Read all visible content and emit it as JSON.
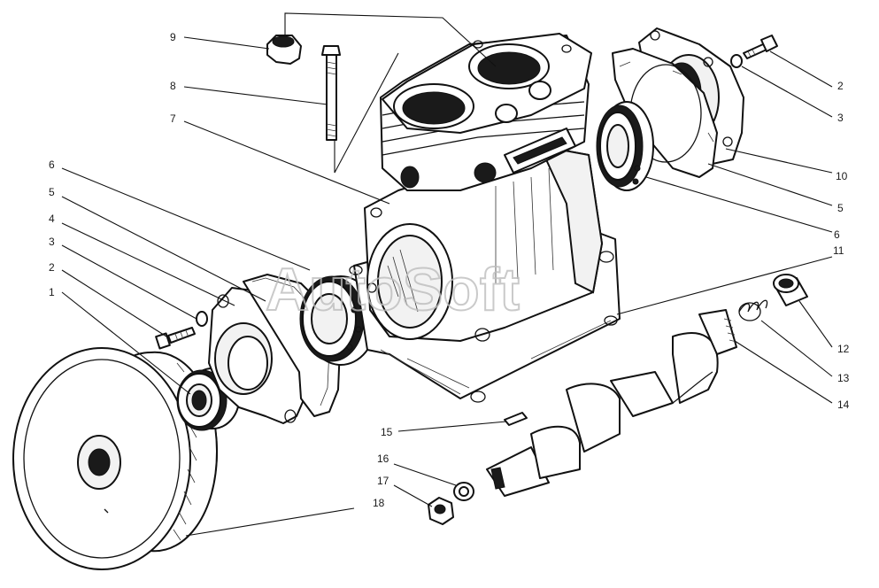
{
  "watermark": "AutoSoft",
  "callouts": [
    {
      "id": "label-9",
      "text": "9"
    },
    {
      "id": "label-8",
      "text": "8"
    },
    {
      "id": "label-7",
      "text": "7"
    },
    {
      "id": "label-6l",
      "text": "6"
    },
    {
      "id": "label-5l",
      "text": "5"
    },
    {
      "id": "label-4",
      "text": "4"
    },
    {
      "id": "label-3l",
      "text": "3"
    },
    {
      "id": "label-2l",
      "text": "2"
    },
    {
      "id": "label-1",
      "text": "1"
    },
    {
      "id": "label-2r",
      "text": "2"
    },
    {
      "id": "label-3r",
      "text": "3"
    },
    {
      "id": "label-10",
      "text": "10"
    },
    {
      "id": "label-5r",
      "text": "5"
    },
    {
      "id": "label-6r",
      "text": "6"
    },
    {
      "id": "label-11",
      "text": "11"
    },
    {
      "id": "label-12",
      "text": "12"
    },
    {
      "id": "label-13",
      "text": "13"
    },
    {
      "id": "label-14",
      "text": "14"
    },
    {
      "id": "label-15",
      "text": "15"
    },
    {
      "id": "label-16",
      "text": "16"
    },
    {
      "id": "label-17",
      "text": "17"
    },
    {
      "id": "label-18",
      "text": "18"
    }
  ]
}
